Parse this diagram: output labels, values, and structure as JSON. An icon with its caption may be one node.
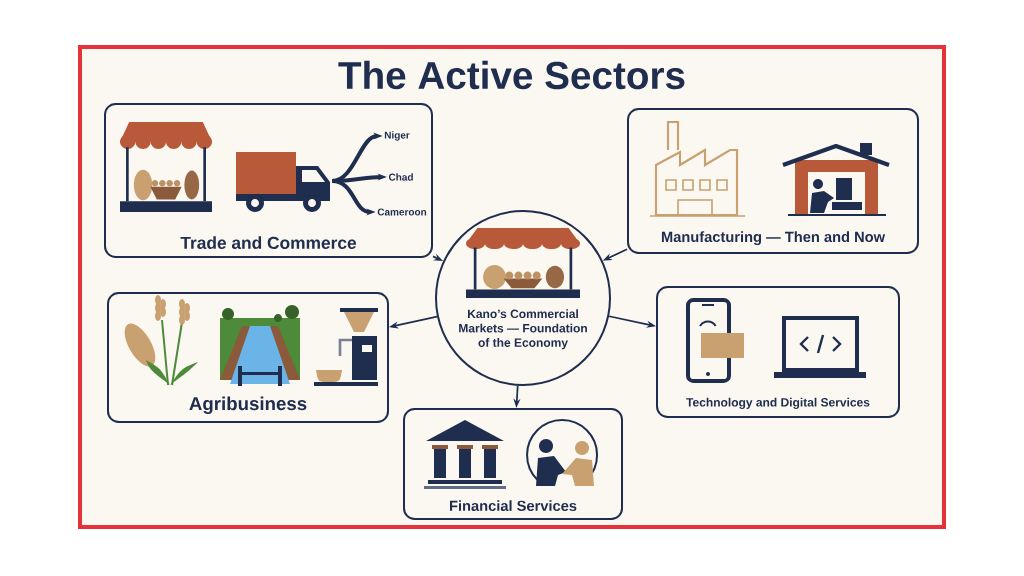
{
  "diagram": {
    "title": "The Active Sectors",
    "nodes": [
      {
        "text": [
          "Trade and Commerce"
        ]
      },
      {
        "text": [],
        "shape": "picture",
        "in": 0
      },
      {
        "text": [
          "Niger"
        ],
        "in": 0
      },
      {
        "text": [
          "Chad"
        ],
        "in": 0
      },
      {
        "text": [
          "Cameroon"
        ],
        "in": 0
      },
      {
        "text": [
          "Manufacturing — Then and Now"
        ]
      },
      {
        "text": [
          "Kano’s Commercial Markets — Foundation of the Economy"
        ]
      },
      {
        "text": [
          "Agribusiness"
        ]
      },
      {
        "text": [
          "Technology and Digital Services"
        ]
      },
      {
        "text": [
          "Financial Services"
        ]
      }
    ],
    "edges": [
      {
        "from": 1,
        "to": 2,
        "arrow": "to",
        "style": "thick"
      },
      {
        "from": 1,
        "to": 3,
        "arrow": "to",
        "style": "thick"
      },
      {
        "from": 1,
        "to": 4,
        "arrow": "to",
        "style": "thick"
      },
      {
        "from": 0,
        "to": 6,
        "arrow": "to"
      },
      {
        "from": 5,
        "to": 6,
        "arrow": "to"
      },
      {
        "from": 6,
        "to": 7,
        "arrow": "to"
      },
      {
        "from": 6,
        "to": 8,
        "arrow": "to"
      },
      {
        "from": 6,
        "to": 9,
        "arrow": "to"
      }
    ]
  }
}
